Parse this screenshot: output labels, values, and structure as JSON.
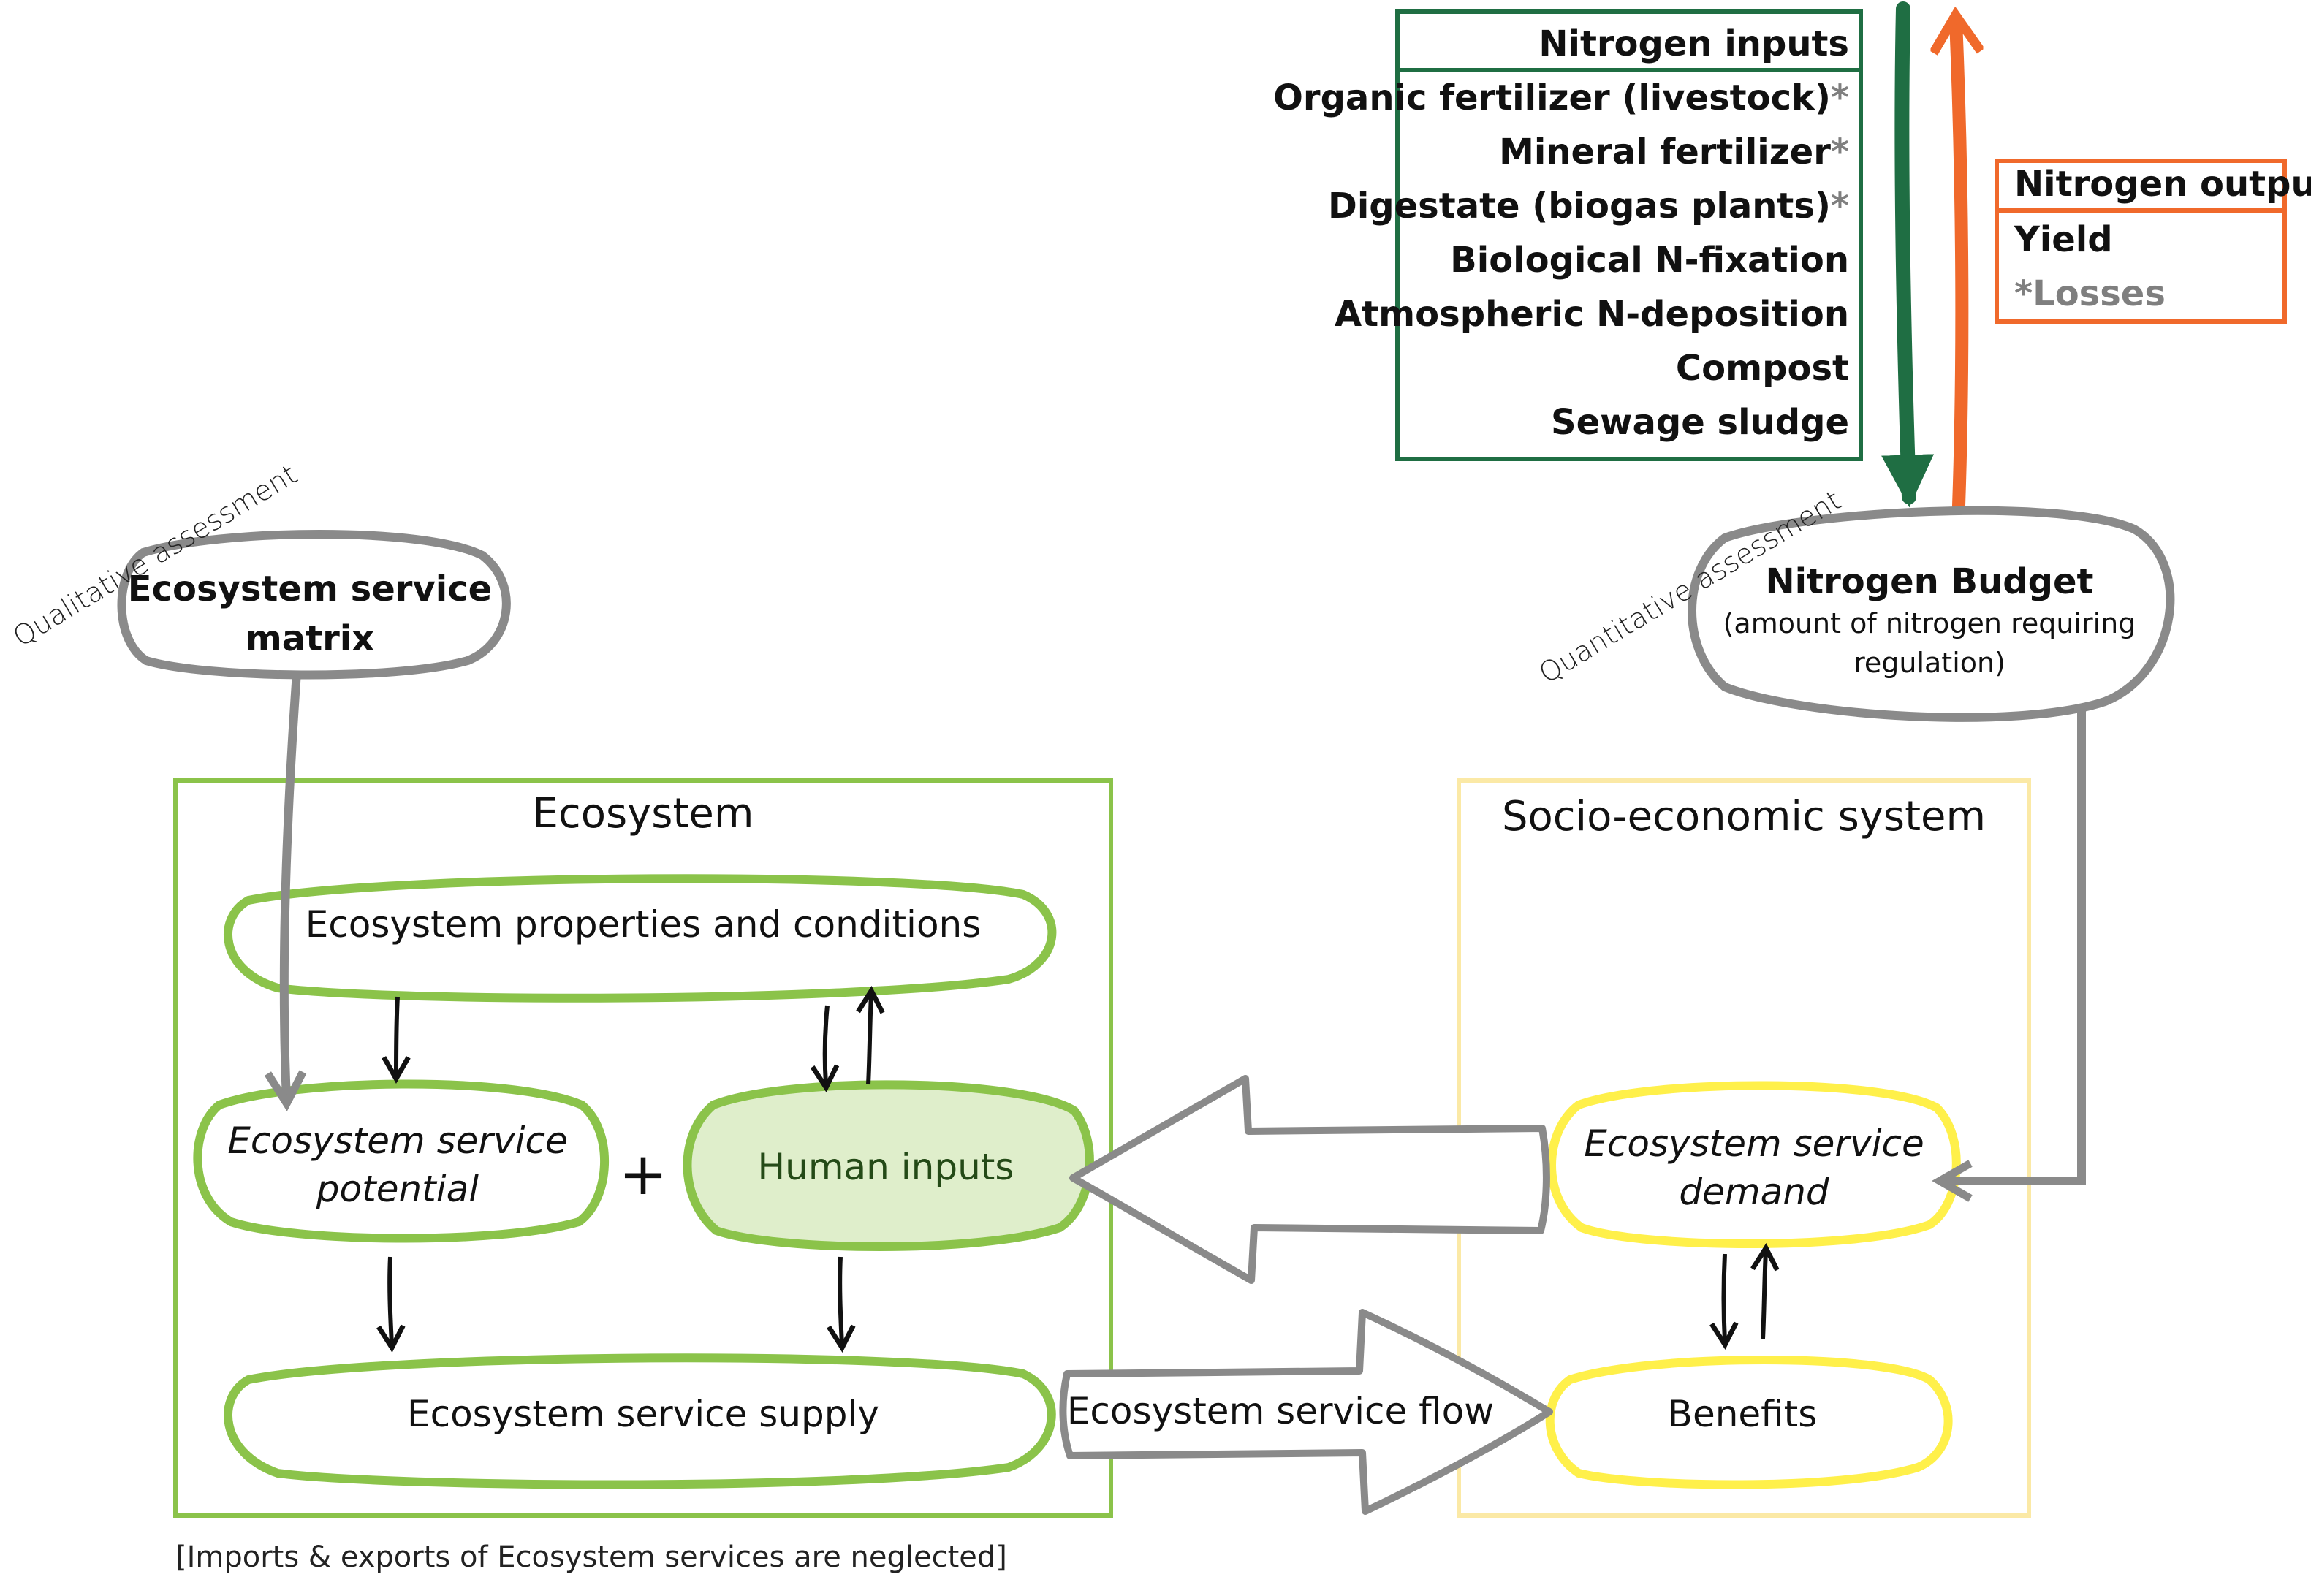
{
  "colors": {
    "ecosystem_green": "#8bc34a",
    "socio_yellow": "#fff04a",
    "socio_box": "#fbe9a6",
    "inputs_green": "#1f6e43",
    "outputs_orange": "#f0692b",
    "arrow_grey": "#8a8a8a",
    "human_inputs_fill": "#dfeecb"
  },
  "nitrogen_inputs": {
    "title": "Nitrogen inputs",
    "items": [
      {
        "label": "Organic fertilizer (livestock)",
        "mark": "*"
      },
      {
        "label": "Mineral fertilizer",
        "mark": "*"
      },
      {
        "label": "Digestate (biogas plants)",
        "mark": "*"
      },
      {
        "label": "Biological N-fixation",
        "mark": ""
      },
      {
        "label": "Atmospheric N-deposition",
        "mark": ""
      },
      {
        "label": "Compost",
        "mark": ""
      },
      {
        "label": "Sewage sludge",
        "mark": ""
      }
    ]
  },
  "nitrogen_outputs": {
    "title": "Nitrogen outputs",
    "yield": "Yield",
    "losses": "*Losses"
  },
  "nitrogen_budget": {
    "title": "Nitrogen Budget",
    "line1": "(amount of nitrogen requiring",
    "line2": "regulation)"
  },
  "annotations": {
    "qualitative": "Qualitative assessment",
    "quantitative": "Quantitative assessment",
    "footnote": "[Imports & exports of Ecosystem services are neglected]"
  },
  "matrix": {
    "line1": "Ecosystem service",
    "line2": "matrix"
  },
  "ecosystem": {
    "title": "Ecosystem",
    "properties": "Ecosystem properties and conditions",
    "potential_line1": "Ecosystem service",
    "potential_line2": "potential",
    "plus": "+",
    "human_inputs": "Human inputs",
    "supply": "Ecosystem service supply"
  },
  "flow": {
    "label": "Ecosystem service flow"
  },
  "socio": {
    "title": "Socio-economic system",
    "demand_line1": "Ecosystem service",
    "demand_line2": "demand",
    "benefits": "Benefits"
  }
}
